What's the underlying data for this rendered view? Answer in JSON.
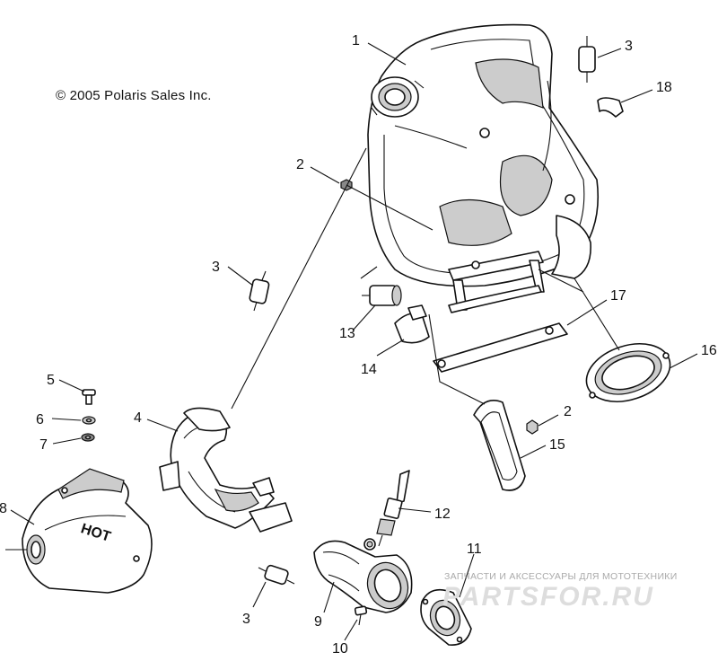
{
  "copyright": "© 2005 Polaris Sales Inc.",
  "watermark": {
    "line1": "ЗАПЧАСТИ И АКСЕССУАРЫ ДЛЯ МОТОТЕХНИКИ",
    "logo": "PARTSFOR.RU"
  },
  "heat_shield_marking": "HOT",
  "callouts": [
    "1",
    "2",
    "3",
    "18",
    "3",
    "13",
    "14",
    "17",
    "16",
    "5",
    "6",
    "7",
    "4",
    "2",
    "15",
    "8",
    "12",
    "11",
    "3",
    "9",
    "10"
  ]
}
